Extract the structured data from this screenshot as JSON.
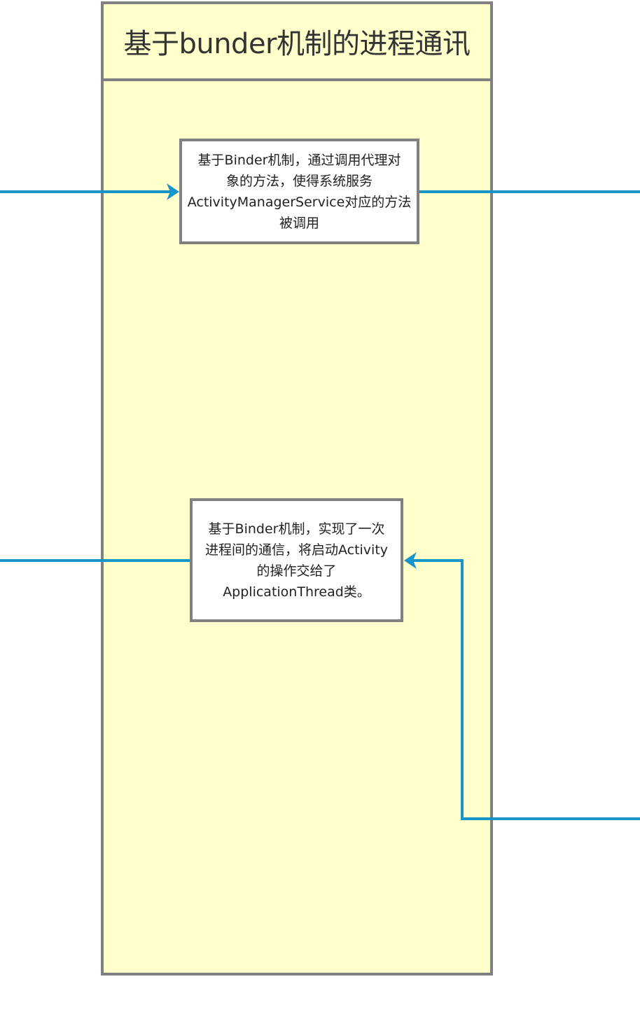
{
  "lane": {
    "title": "基于bunder机制的进程通讯"
  },
  "nodes": {
    "node_1": {
      "text": "基于Binder机制，通过调用代理对\n象的方法，使得系统服务\nActivityManagerService对应的方法\n被调用"
    },
    "node_2": {
      "text": "基于Binder机制，实现了一次\n进程间的通信，将启动Activity\n的操作交给了\nApplicationThread类。"
    }
  },
  "colors": {
    "lane_fill": "#ffffcc",
    "border": "#808080",
    "connector": "#1a95c9",
    "node_fill": "#ffffff"
  }
}
